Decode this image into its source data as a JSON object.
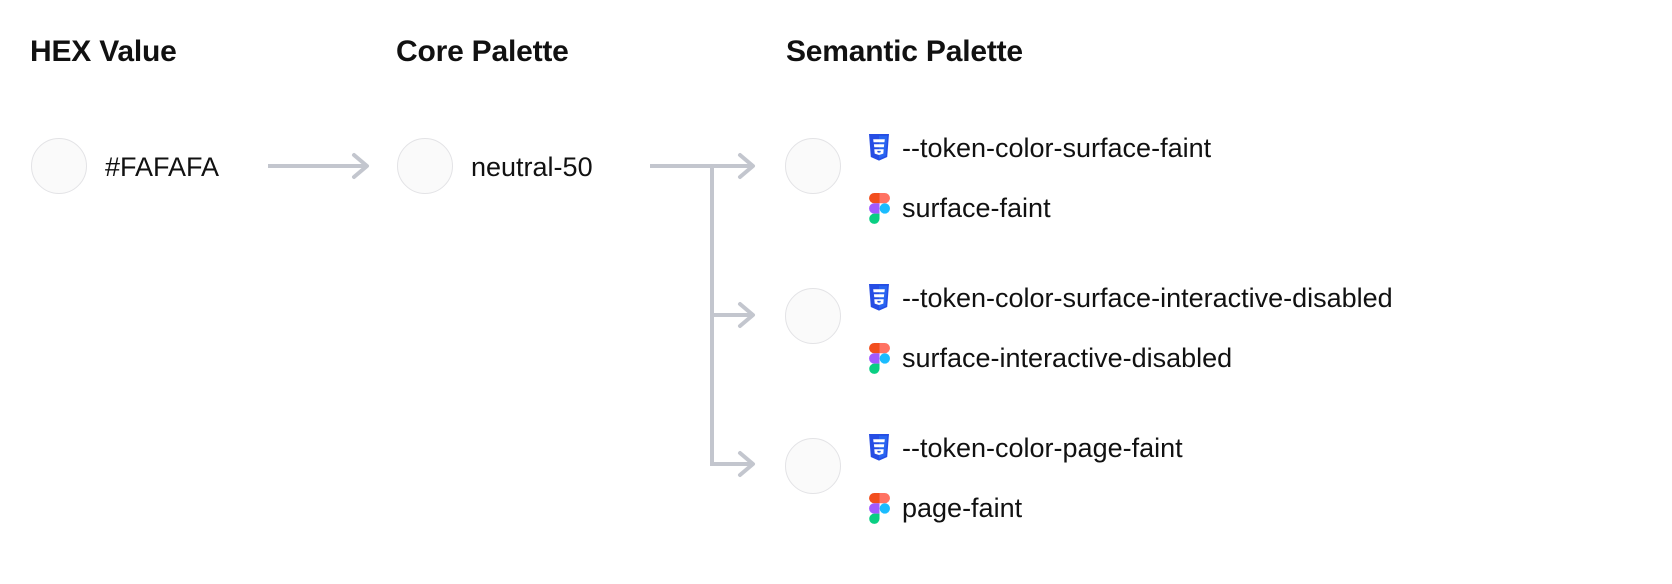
{
  "columns": [
    {
      "id": "hex",
      "title": "HEX Value"
    },
    {
      "id": "core",
      "title": "Core Palette"
    },
    {
      "id": "semantic",
      "title": "Semantic Palette"
    }
  ],
  "hex": {
    "swatch_color": "#FAFAFA",
    "value": "#FAFAFA"
  },
  "core": {
    "swatch_color": "#FAFAFA",
    "value": "neutral-50"
  },
  "semantic": {
    "swatch_color": "#FAFAFA",
    "rows": [
      {
        "css_icon": "css3-icon",
        "css_token": "--token-color-surface-faint",
        "figma_icon": "figma-icon",
        "figma_token": "surface-faint"
      },
      {
        "css_icon": "css3-icon",
        "css_token": "--token-color-surface-interactive-disabled",
        "figma_icon": "figma-icon",
        "figma_token": "surface-interactive-disabled"
      },
      {
        "css_icon": "css3-icon",
        "css_token": "--token-color-page-faint",
        "figma_icon": "figma-icon",
        "figma_token": "page-faint"
      }
    ]
  },
  "connectors": {
    "hex_to_core": "arrow-right-icon",
    "core_to_semantic": "branching-arrow-icon"
  },
  "colors": {
    "background": "#FFFFFF",
    "text": "#111111",
    "swatch_border": "#E3E3E6",
    "connector": "#C3C6CE",
    "css3_shield_dark": "#264DE4",
    "css3_shield_light": "#2965F1",
    "figma_orange": "#F24E1E",
    "figma_red": "#FF7262",
    "figma_purple": "#A259FF",
    "figma_blue": "#1ABCFE",
    "figma_green": "#0ACF83"
  }
}
